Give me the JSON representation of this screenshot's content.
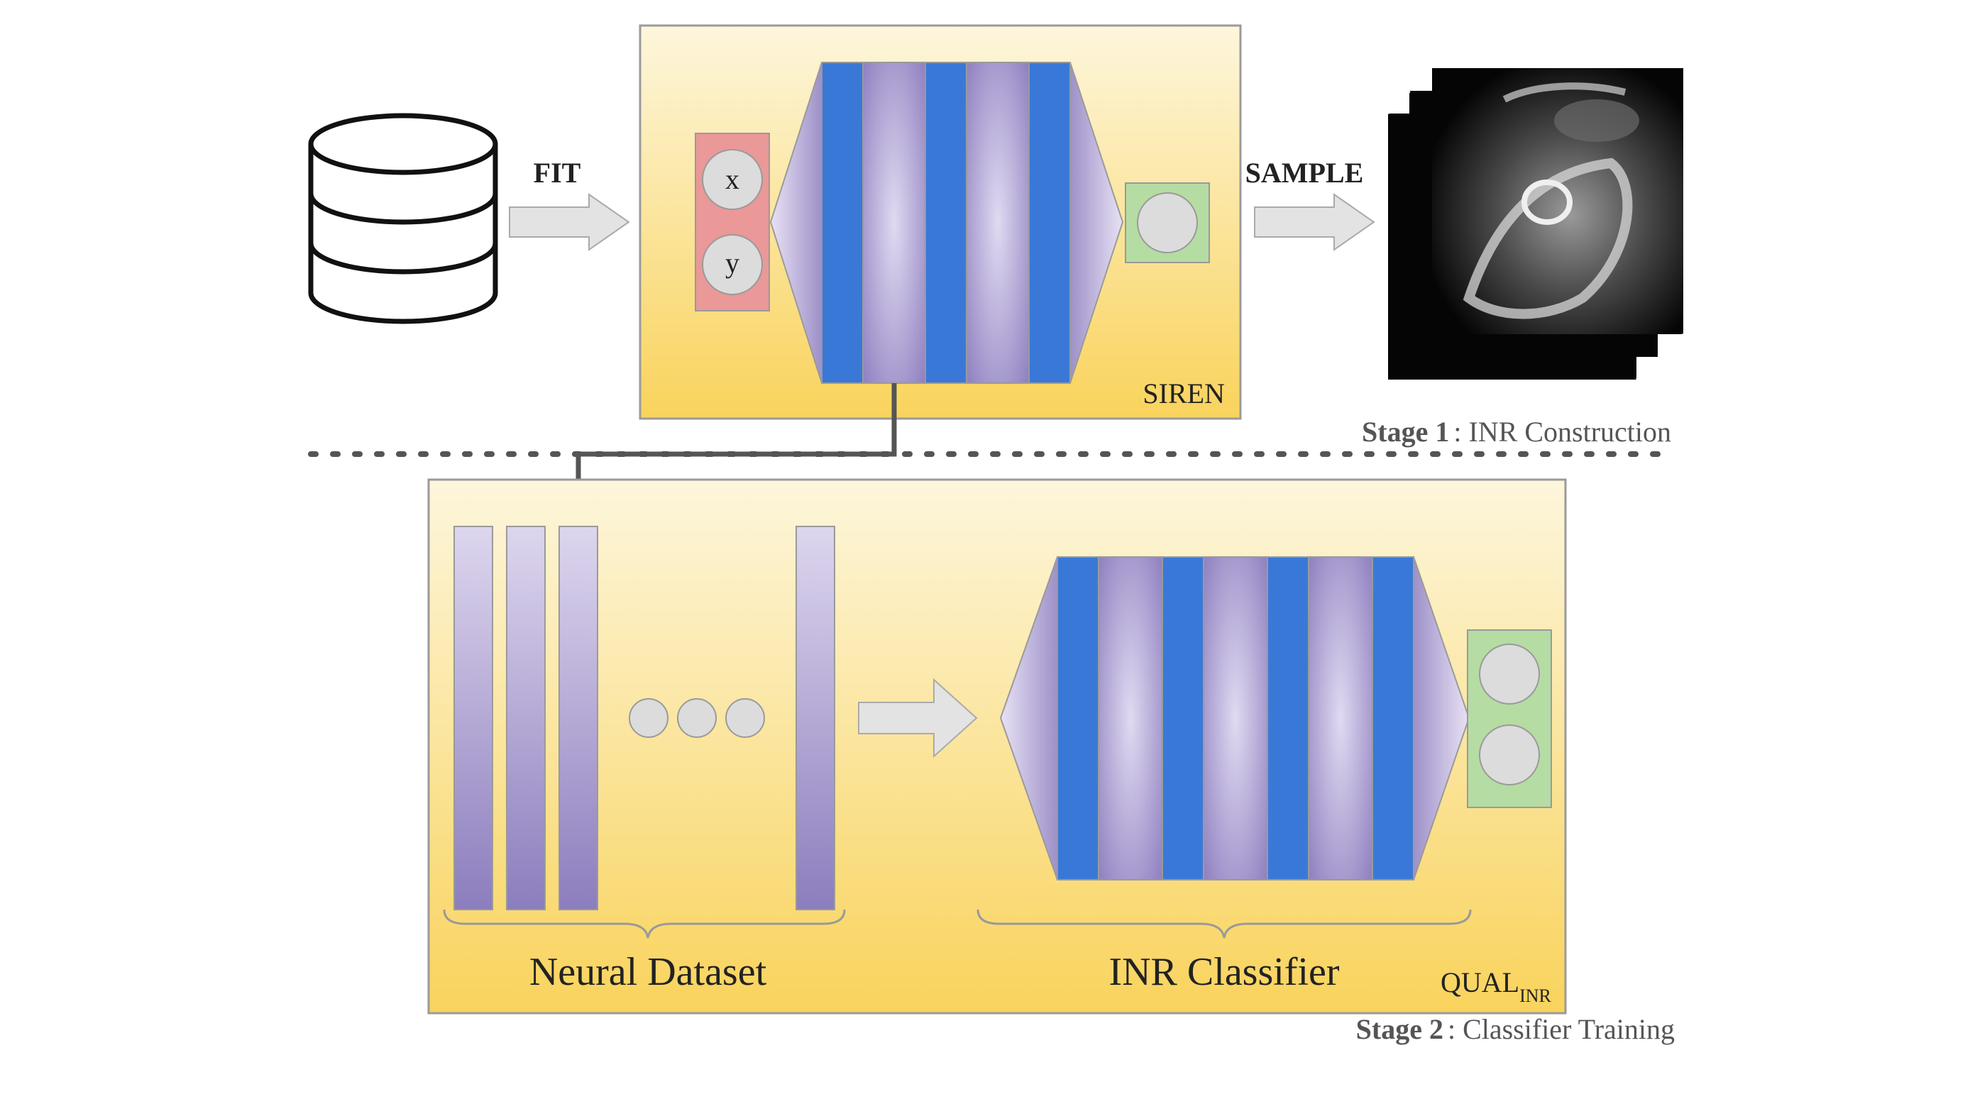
{
  "stage1": {
    "fit_label": "FIT",
    "sample_label": "SAMPLE",
    "input_x": "x",
    "input_y": "y",
    "model_label": "SIREN",
    "stage_bold": "Stage 1",
    "stage_text": ": INR Construction"
  },
  "stage2": {
    "dataset_label": "Neural Dataset",
    "classifier_label": "INR Classifier",
    "model_label_main": "QUAL",
    "model_label_sub": "INR",
    "stage_bold": "Stage 2",
    "stage_text": ": Classifier Training"
  },
  "colors": {
    "panel_top": "#fdf5d8",
    "panel_bottom": "#fad45f",
    "blue_layer": "#3a78d8",
    "purple_light": "#dcd5ee",
    "purple_dark": "#8e7fbf",
    "input_box": "#ea9898",
    "output_box": "#b5dca3",
    "arrow_fill": "#e3e3e3"
  },
  "icons": {
    "database": "database-icon",
    "mri_stack": "mri-image-stack-icon"
  }
}
